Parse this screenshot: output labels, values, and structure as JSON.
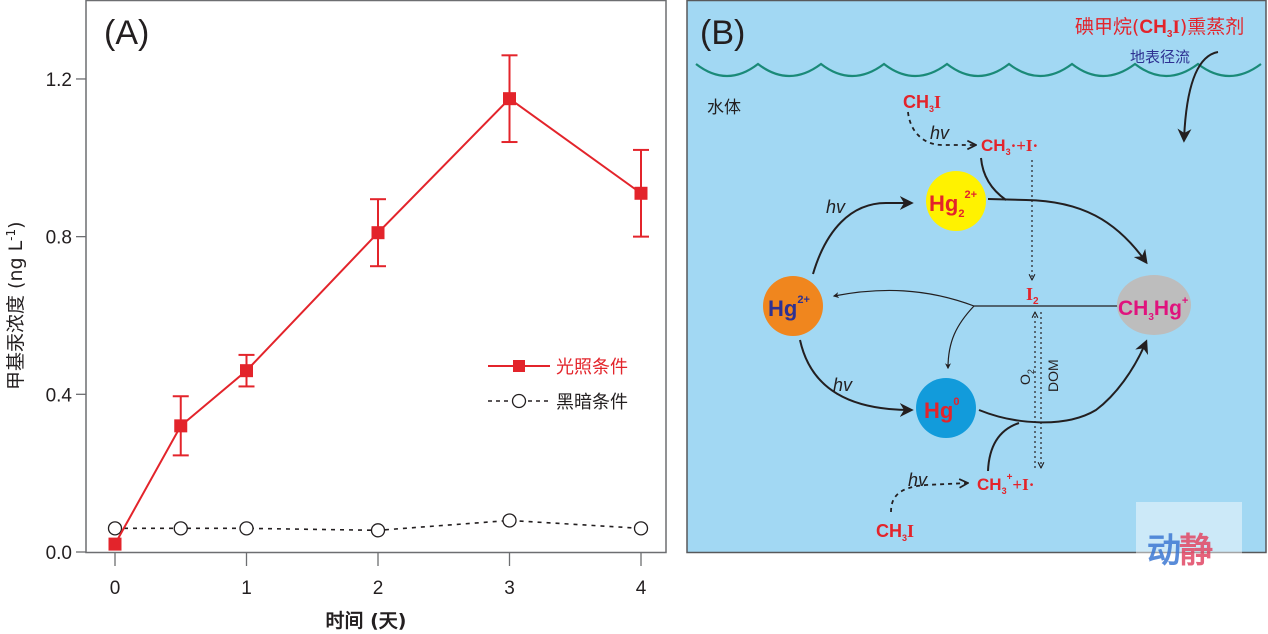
{
  "chart_data": {
    "type": "line",
    "panel_label": "(A)",
    "title": "",
    "xlabel": "时间 (天)",
    "ylabel": "甲基汞浓度 (ng L⁻¹)",
    "ylabel_main": "甲基汞浓度 (ng L",
    "ylabel_sup": "-1",
    "ylabel_close": ")",
    "xlim": [
      -0.25,
      4.2
    ],
    "ylim": [
      0.0,
      1.4
    ],
    "x_ticks": [
      0,
      1,
      2,
      3,
      4
    ],
    "x_tick_labels": [
      "0",
      "1",
      "2",
      "3",
      "4"
    ],
    "y_ticks": [
      0.0,
      0.4,
      0.8,
      1.2
    ],
    "y_tick_labels": [
      "0.0",
      "0.4",
      "0.8",
      "1.2"
    ],
    "grid": false,
    "legend_position": "center-right",
    "x": [
      0,
      0.5,
      1,
      2,
      3,
      4
    ],
    "series": [
      {
        "name": "光照条件",
        "color": "#e3242b",
        "line_style": "solid",
        "marker": "filled-square",
        "values": [
          0.02,
          0.32,
          0.46,
          0.81,
          1.15,
          0.91
        ],
        "errors": [
          0.0,
          0.075,
          0.04,
          0.085,
          0.11,
          0.11
        ]
      },
      {
        "name": "黑暗条件",
        "color": "#231f20",
        "line_style": "dashed",
        "marker": "open-circle",
        "values": [
          0.06,
          0.06,
          0.06,
          0.055,
          0.08,
          0.06
        ],
        "errors": [
          0,
          0,
          0,
          0,
          0,
          0
        ]
      }
    ]
  },
  "diagram": {
    "panel_label": "(B)",
    "colors": {
      "water": "#a2d8f3",
      "wave": "#1a8a78",
      "red_text": "#e3242b",
      "magenta_text": "#e0137d",
      "navy_text": "#2e3192",
      "hg22_fill": "#fff200",
      "hg2_fill": "#f0861e",
      "hg0_fill": "#129bdb",
      "ch3hg_fill": "#bdbdbd",
      "arrow": "#231f20"
    },
    "source_label": "碘甲烷(",
    "source_chem": "CH",
    "source_sub": "3",
    "source_chem2": "I",
    "source_label_end": ")熏蒸剂",
    "runoff_label": "地表径流",
    "water_label": "水体",
    "top_ch3i": {
      "main": "CH",
      "sub": "3",
      "end": "I"
    },
    "top_products": {
      "main": "CH",
      "sub": "3",
      "end": "·+I·"
    },
    "hv": "hv",
    "hg22": {
      "main": "Hg",
      "sub": "2",
      "sup": "2+"
    },
    "hg2": {
      "main": "Hg",
      "sup": "2+"
    },
    "hg0": {
      "main": "Hg",
      "sup": "0"
    },
    "ch3hg": {
      "main": "CH",
      "sub": "3",
      "mid": "Hg",
      "sup": "+"
    },
    "i2": {
      "main": "I",
      "sub": "2"
    },
    "o2": {
      "main": "O",
      "sub": "2"
    },
    "dom": "DOM",
    "bottom_products": {
      "main": "CH",
      "sub": "3",
      "sup": "+",
      "end": "+I·"
    },
    "bottom_ch3i": {
      "main": "CH",
      "sub": "3",
      "end": "I"
    }
  },
  "watermark": {
    "char1": "动",
    "char2": "静"
  }
}
